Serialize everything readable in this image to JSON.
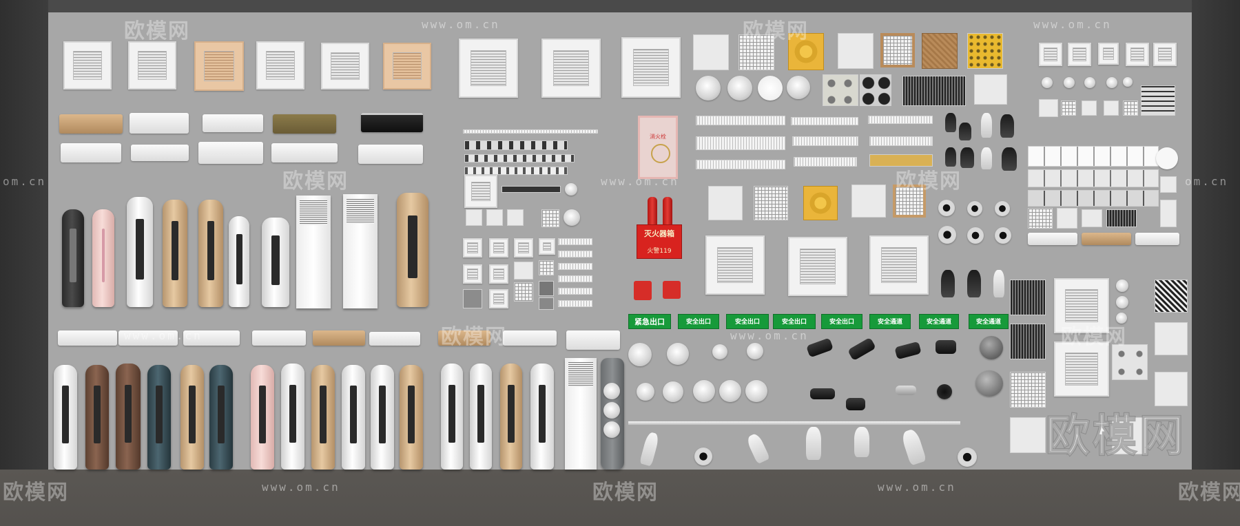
{
  "watermark": {
    "brand": "欧模网",
    "url": "www.om.cn",
    "url_short": "om.cn"
  },
  "fire_equipment": {
    "hydrant_label": "消火栓",
    "extinguisher_box_title": "灭火器箱",
    "extinguisher_box_phone": "火警119"
  },
  "exit_signs": [
    {
      "label": "紧急出口"
    },
    {
      "label": "安全出口"
    },
    {
      "label": "安全出口"
    },
    {
      "label": "安全出口"
    },
    {
      "label": "安全出口"
    },
    {
      "label": "安全通道"
    },
    {
      "label": "安全通道"
    },
    {
      "label": "安全通道"
    }
  ]
}
